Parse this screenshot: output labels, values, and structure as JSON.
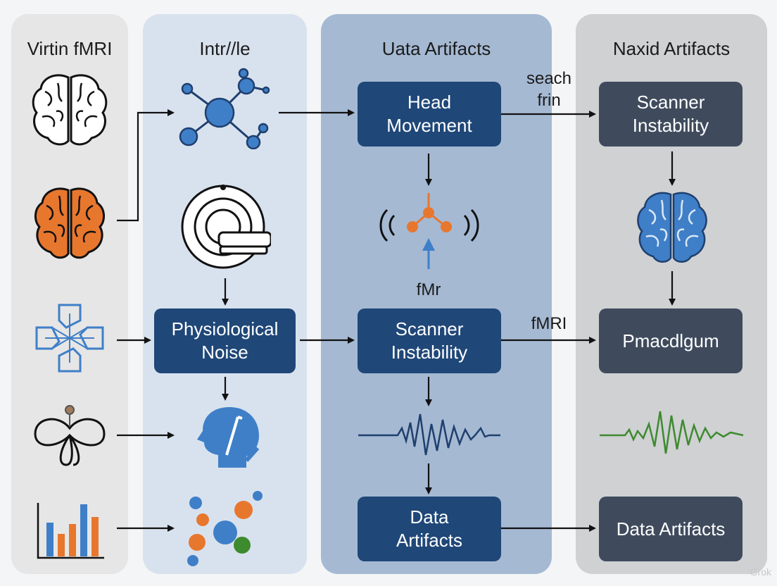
{
  "columns": [
    {
      "title": "Virtin fMRI"
    },
    {
      "title": "Intr//le"
    },
    {
      "title": "Uata Artifacts"
    },
    {
      "title": "Naxid Artifacts"
    }
  ],
  "boxes": {
    "head_movement": "Head\nMovement",
    "physiological_noise": "Physiological\nNoise",
    "scanner_instability_mid": "Scanner\nInstability",
    "data_artifacts_mid": "Data\nArtifacts",
    "scanner_instability_right": "Scanner\nInstability",
    "pmacdlgum": "Pmacdlgum",
    "data_artifacts_right": "Data Artifacts"
  },
  "edge_labels": {
    "seach_frin": "seach\nfrin",
    "fmri": "fMRI",
    "fmr": "fMr"
  },
  "watermark": "Grok",
  "colors": {
    "box_blue": "#1f4778",
    "box_slate": "#3f4b5d",
    "accent_orange": "#e8772e",
    "accent_blue": "#3f7fc8",
    "accent_green": "#3e8a2e"
  },
  "icons": [
    "brain-outline-icon",
    "brain-orange-icon",
    "knot-icon",
    "pin-loop-icon",
    "bar-chart-icon",
    "molecule-icon",
    "mri-scanner-icon",
    "head-profile-icon",
    "dots-cluster-icon",
    "signal-node-icon",
    "waveform-icon",
    "brain-blue-icon",
    "green-waveform-icon"
  ]
}
